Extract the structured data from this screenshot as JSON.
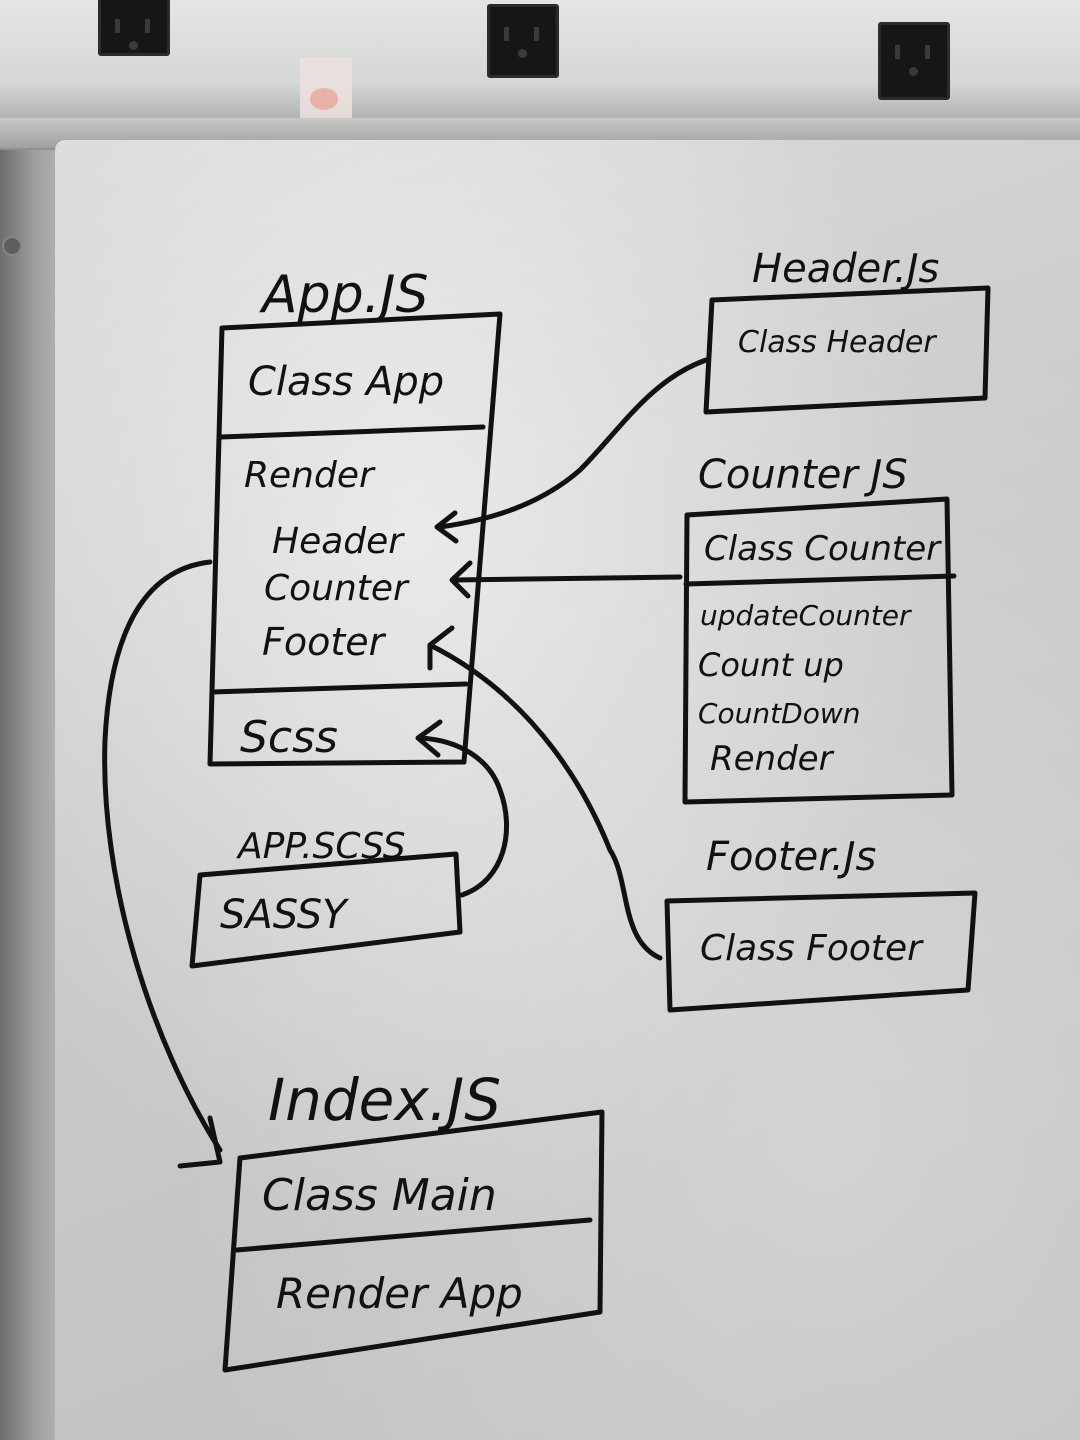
{
  "modules": {
    "app_js": {
      "title": "App.JS",
      "class": "Class App",
      "methods": [
        "Render",
        "Header",
        "Counter",
        "Footer"
      ],
      "style": "Scss"
    },
    "header_js": {
      "title": "Header.Js",
      "class": "Class Header"
    },
    "counter_js": {
      "title": "Counter JS",
      "class": "Class Counter",
      "methods": [
        "updateCounter",
        "Count up",
        "CountDown",
        "Render"
      ]
    },
    "app_scss": {
      "title": "APP.SCSS",
      "body": "SASSY"
    },
    "footer_js": {
      "title": "Footer.Js",
      "class": "Class Footer"
    },
    "index_js": {
      "title": "Index.JS",
      "class": "Class Main",
      "method": "Render App"
    }
  },
  "colors": {
    "ink": "#111111",
    "board": "#cfd1d0"
  }
}
